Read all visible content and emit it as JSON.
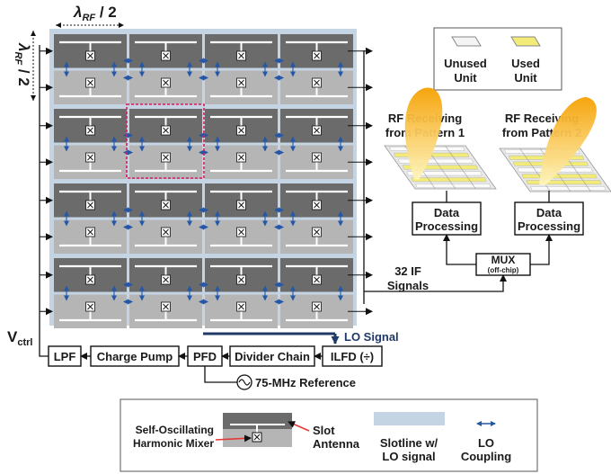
{
  "top_dimension": {
    "symbol": "λ",
    "sub": "RF",
    "suffix": " / 2"
  },
  "side_dimension": {
    "symbol": "λ",
    "sub": "RF",
    "suffix": " / 2"
  },
  "array": {
    "rows": 8,
    "cols": 4
  },
  "legend_top": {
    "unused": "Unused\nUnit",
    "used": "Used\nUnit"
  },
  "patterns": {
    "pattern1": "RF Receiving\nfrom Pattern 1",
    "pattern2": "RF Receiving\nfrom Pattern 2"
  },
  "blocks": {
    "data_processing": "Data\nProcessing",
    "mux": "MUX",
    "mux_sub": "(off-chip)",
    "lpf": "LPF",
    "charge_pump": "Charge Pump",
    "pfd": "PFD",
    "divider_chain": "Divider Chain",
    "ilfd": "ILFD (÷)"
  },
  "labels": {
    "if_signals": "32 IF\nSignals",
    "lo_signal": "LO Signal",
    "vctrl_main": "V",
    "vctrl_sub": "ctrl",
    "reference": "75-MHz Reference"
  },
  "legend_bottom": {
    "mixer": "Self-Oscillating\nHarmonic Mixer",
    "slot": "Slot\nAntenna",
    "slotline": "Slotline w/\nLO signal",
    "coupling": "LO\nCoupling"
  },
  "colors": {
    "slotline_bg": "#c5d4e3",
    "dark_unit": "#6b6b6b",
    "light_unit": "#b5b5b5",
    "lo_line": "#1f3a66",
    "coupling_arrow": "#2457a8",
    "highlight": "#d81b60",
    "used_yellow": "#f2eb78"
  }
}
